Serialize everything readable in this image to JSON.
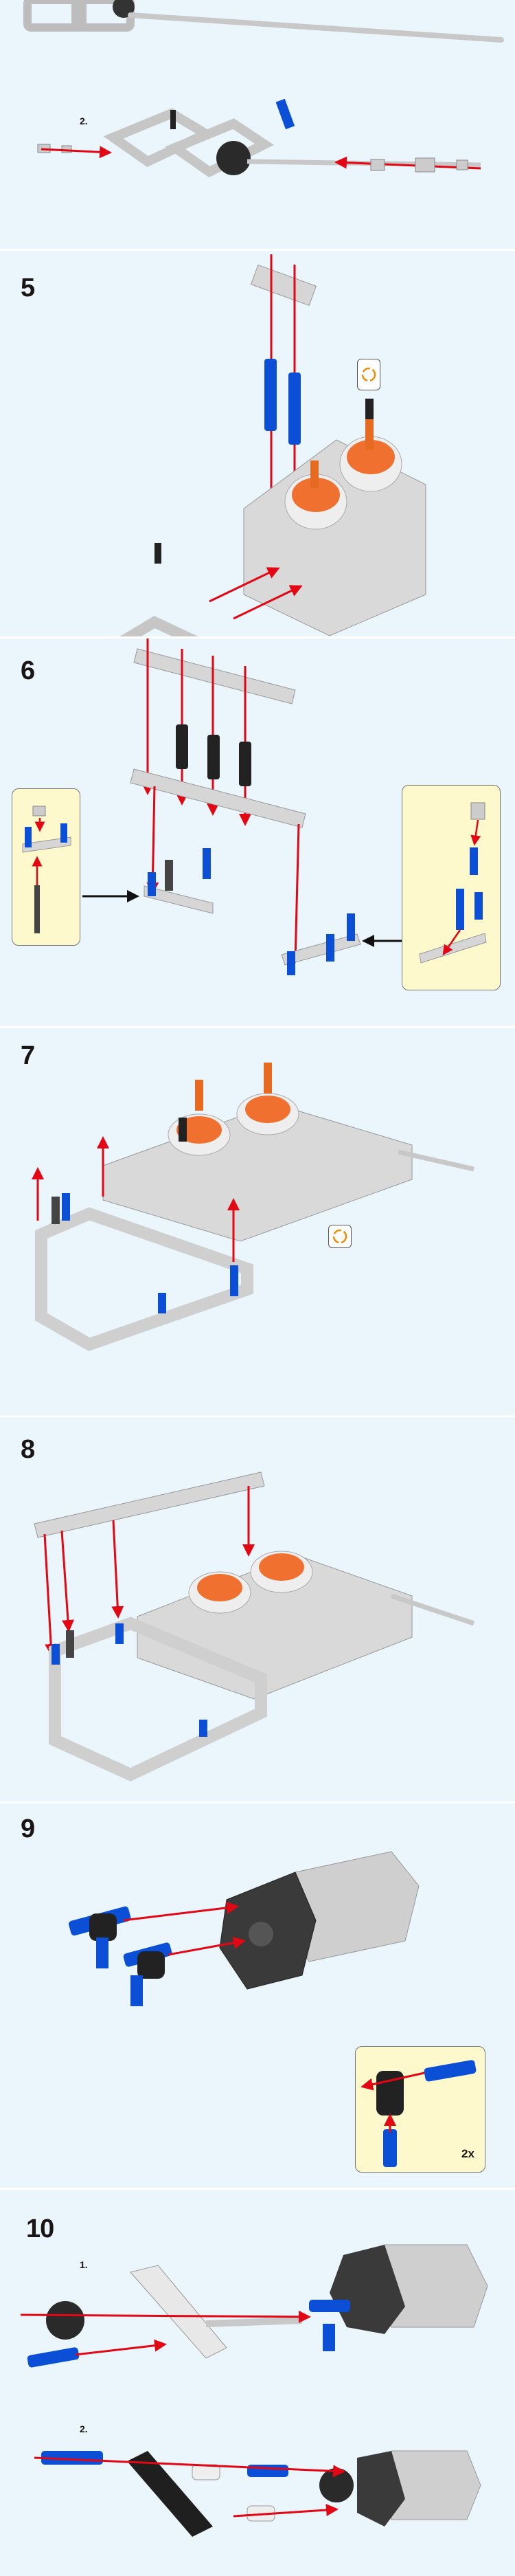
{
  "steps": [
    {
      "number": "5"
    },
    {
      "number": "6"
    },
    {
      "number": "7"
    },
    {
      "number": "8"
    },
    {
      "number": "9",
      "callout_multiplier": "2x"
    },
    {
      "number": "10",
      "substeps": [
        "1.",
        "2."
      ]
    }
  ],
  "top_section": {
    "substep": "2."
  },
  "icons": [
    "rotate-model-icon",
    "assembly-arrow-icon"
  ],
  "colors": {
    "background": "#eaf5fc",
    "separator": "#ffffff",
    "arrow": "#e30613",
    "callout": "#fef9cc",
    "pin_blue": "#0a4fd6",
    "beam_gray": "#d4d4d4",
    "motor_orange": "#f07030"
  }
}
